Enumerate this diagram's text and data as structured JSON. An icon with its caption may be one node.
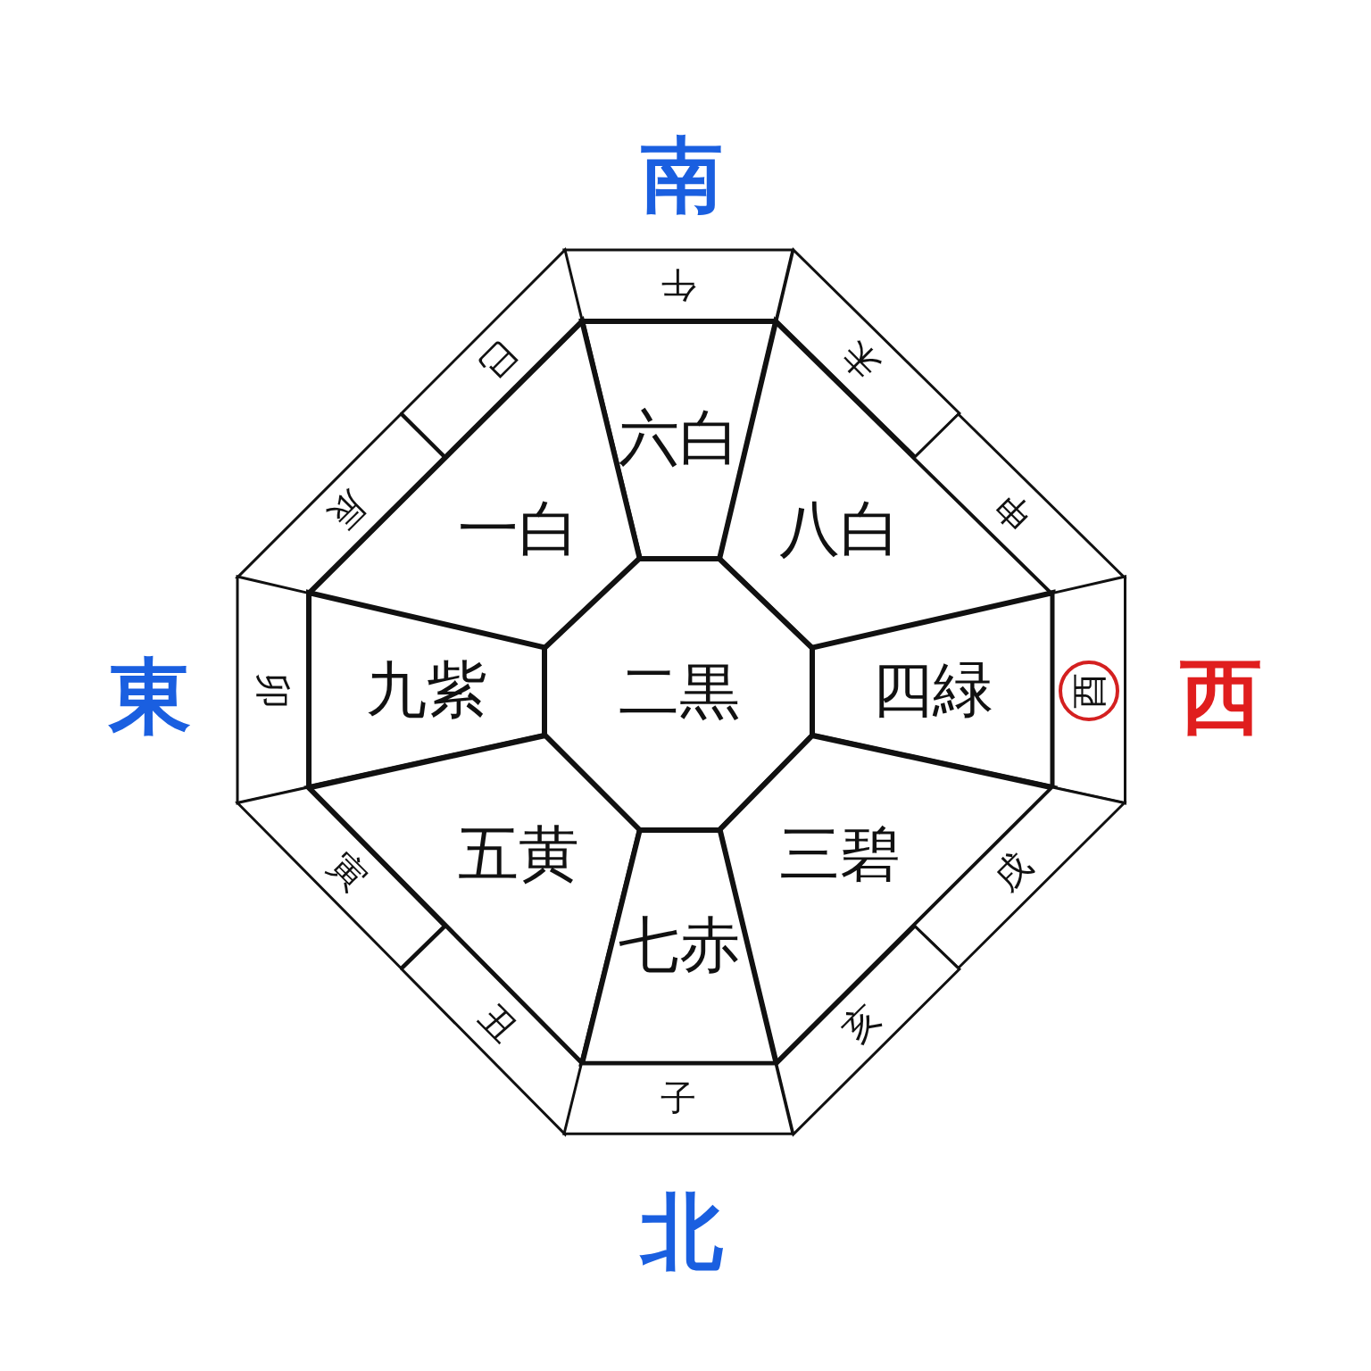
{
  "diagram": {
    "nodes": [
      {
        "text": [
          "午"
        ]
      },
      {
        "text": [
          "巳"
        ]
      },
      {
        "text": [
          "六白"
        ]
      },
      {
        "text": [
          "未"
        ]
      },
      {
        "text": [
          "辰"
        ]
      },
      {
        "text": [
          "一白"
        ]
      },
      {
        "text": [
          "八白"
        ]
      },
      {
        "text": [
          "申"
        ]
      },
      {
        "text": [
          "卯"
        ]
      },
      {
        "text": [
          "九紫"
        ]
      },
      {
        "text": [
          "二黒"
        ]
      },
      {
        "text": [
          "四緑"
        ]
      },
      {
        "text": [
          "酉"
        ]
      },
      {
        "text": [
          "寅"
        ]
      },
      {
        "text": [
          "五黄"
        ]
      },
      {
        "text": [
          "三碧"
        ]
      },
      {
        "text": [
          "戌"
        ]
      },
      {
        "text": [
          "丑"
        ]
      },
      {
        "text": [
          "七赤"
        ]
      },
      {
        "text": [
          "亥"
        ]
      },
      {
        "text": [
          "子"
        ]
      }
    ],
    "edges": [],
    "labels": [
      "南",
      "東",
      "西",
      "北"
    ]
  }
}
